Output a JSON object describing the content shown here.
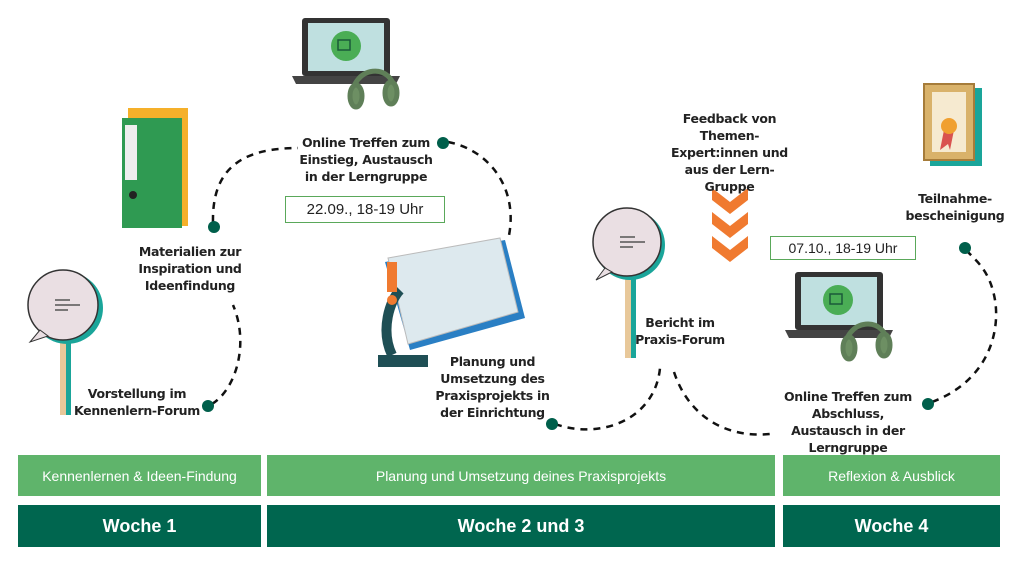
{
  "steps": {
    "vorstellung": "Vorstellung im Kennenlern-Forum",
    "materialien": "Materialien zur Inspiration und Ideenfindung",
    "online_einstieg": "Online Treffen zum Einstieg, Austausch in der Lerngruppe",
    "online_einstieg_date": "22.09., 18-19 Uhr",
    "planung": "Planung und Umsetzung des Praxisprojekts in der Einrichtung",
    "bericht": "Bericht im Praxis-Forum",
    "feedback": "Feedback von Themen-Expert:innen und aus der Lern-Gruppe",
    "online_abschluss": "Online Treffen zum Abschluss, Austausch in der Lerngruppe",
    "online_abschluss_date": "07.10., 18-19 Uhr",
    "teilnahme": "Teilnahme-bescheinigung"
  },
  "phases": [
    "Kennenlernen & Ideen-Findung",
    "Planung und Umsetzung deines Praxisprojekts",
    "Reflexion & Ausblick"
  ],
  "weeks": [
    "Woche 1",
    "Woche 2 und 3",
    "Woche 4"
  ],
  "colors": {
    "dark_green": "#00664f",
    "light_green": "#5fb46b",
    "accent_orange": "#f07a30",
    "teal": "#1aa59a"
  },
  "icons": [
    "speech-bubble-sign",
    "binder",
    "laptop-video-call",
    "headphones",
    "microscope",
    "notebook",
    "chevrons-down",
    "certificate-frame"
  ]
}
